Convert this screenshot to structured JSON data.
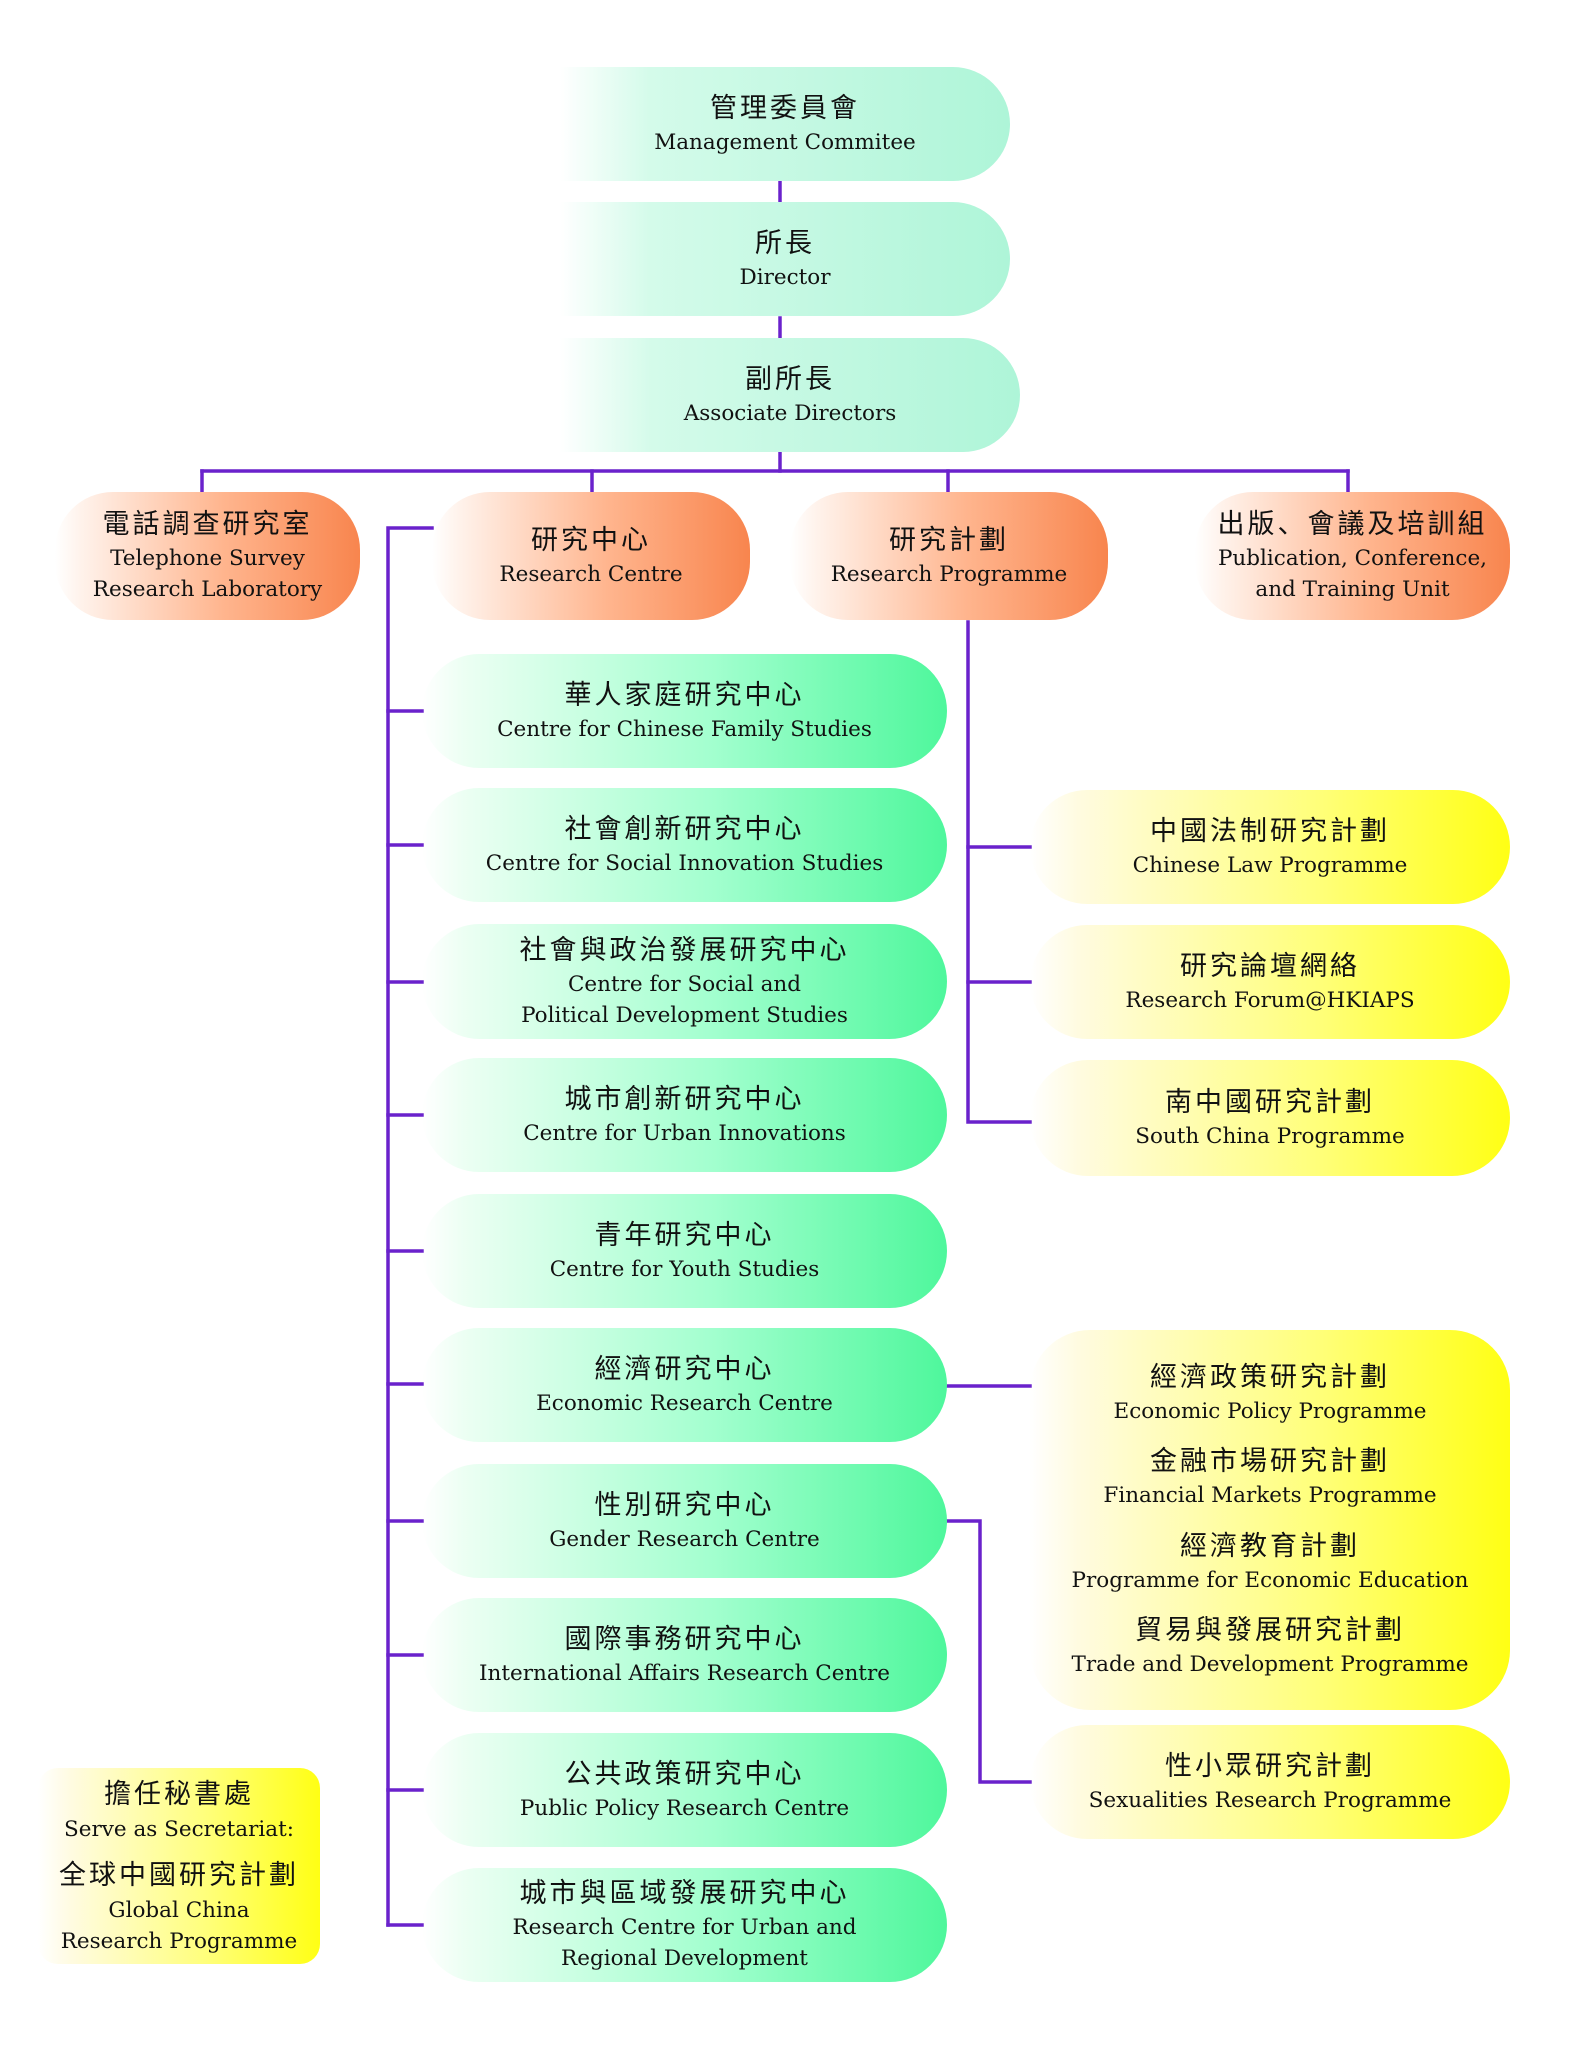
{
  "colors": {
    "connector": "#6a22cc",
    "top": "#aef5d8",
    "orange": "#f8854e",
    "green": "#4ef79c",
    "yellow": "#ffff14"
  },
  "top": {
    "management": {
      "zh": "管理委員會",
      "en": "Management Commitee"
    },
    "director": {
      "zh": "所長",
      "en": "Director"
    },
    "associate": {
      "zh": "副所長",
      "en": "Associate Directors"
    }
  },
  "units": {
    "telephone": {
      "zh": "電話調查研究室",
      "en": "Telephone Survey\nResearch Laboratory"
    },
    "research_centre": {
      "zh": "研究中心",
      "en": "Research Centre"
    },
    "research_programme": {
      "zh": "研究計劃",
      "en": "Research Programme"
    },
    "publication": {
      "zh": "出版、會議及培訓組",
      "en": "Publication, Conference,\nand Training Unit"
    }
  },
  "centres": [
    {
      "zh": "華人家庭研究中心",
      "en": "Centre for Chinese Family Studies"
    },
    {
      "zh": "社會創新研究中心",
      "en": "Centre for Social Innovation Studies"
    },
    {
      "zh": "社會與政治發展研究中心",
      "en": "Centre for Social and\nPolitical Development Studies"
    },
    {
      "zh": "城市創新研究中心",
      "en": "Centre for Urban Innovations"
    },
    {
      "zh": "青年研究中心",
      "en": "Centre for Youth Studies"
    },
    {
      "zh": "經濟研究中心",
      "en": "Economic Research Centre"
    },
    {
      "zh": "性別研究中心",
      "en": "Gender Research Centre"
    },
    {
      "zh": "國際事務研究中心",
      "en": "International Affairs Research Centre"
    },
    {
      "zh": "公共政策研究中心",
      "en": "Public Policy Research Centre"
    },
    {
      "zh": "城市與區域發展研究中心",
      "en": "Research Centre for Urban and\nRegional Development"
    }
  ],
  "programmes": [
    {
      "zh": "中國法制研究計劃",
      "en": "Chinese Law Programme"
    },
    {
      "zh": "研究論壇網絡",
      "en": "Research Forum@HKIAPS"
    },
    {
      "zh": "南中國研究計劃",
      "en": "South China Programme"
    }
  ],
  "economic_programmes": [
    {
      "zh": "經濟政策研究計劃",
      "en": "Economic Policy Programme"
    },
    {
      "zh": "金融市場研究計劃",
      "en": "Financial Markets Programme"
    },
    {
      "zh": "經濟教育計劃",
      "en": "Programme for Economic Education"
    },
    {
      "zh": "貿易與發展研究計劃",
      "en": "Trade and Development Programme"
    }
  ],
  "sexualities": {
    "zh": "性小眾研究計劃",
    "en": "Sexualities Research Programme"
  },
  "secretariat": {
    "zh": "擔任秘書處",
    "en": "Serve as Secretariat:",
    "prog_zh": "全球中國研究計劃",
    "prog_en": "Global China\nResearch Programme"
  }
}
